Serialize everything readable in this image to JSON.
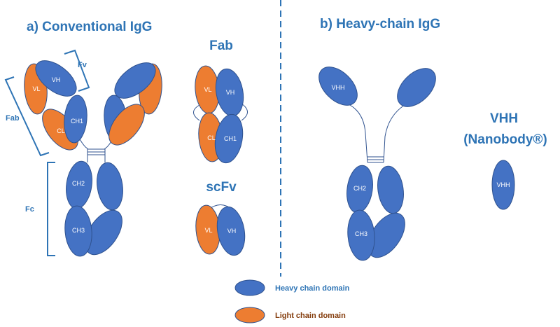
{
  "colors": {
    "heavy": "#4472C4",
    "light": "#ED7D31",
    "title": "#2E74B5",
    "heavy_legend_text": "#2E74B5",
    "light_legend_text": "#843C0C"
  },
  "titles": {
    "conventional": "a) Conventional IgG",
    "heavy_chain": "b) Heavy-chain IgG",
    "fab": "Fab",
    "scfv": "scFv",
    "vhh": "VHH",
    "nanobody": "(Nanobody®)"
  },
  "brackets": {
    "fv": "Fv",
    "fab": "Fab",
    "fc": "Fc"
  },
  "domains": {
    "vl": "VL",
    "vh": "VH",
    "cl": "CL",
    "ch1": "CH1",
    "ch2": "CH2",
    "ch3": "CH3",
    "vhh": "VHH"
  },
  "legend": {
    "heavy": "Heavy chain domain",
    "light": "Light chain domain"
  }
}
